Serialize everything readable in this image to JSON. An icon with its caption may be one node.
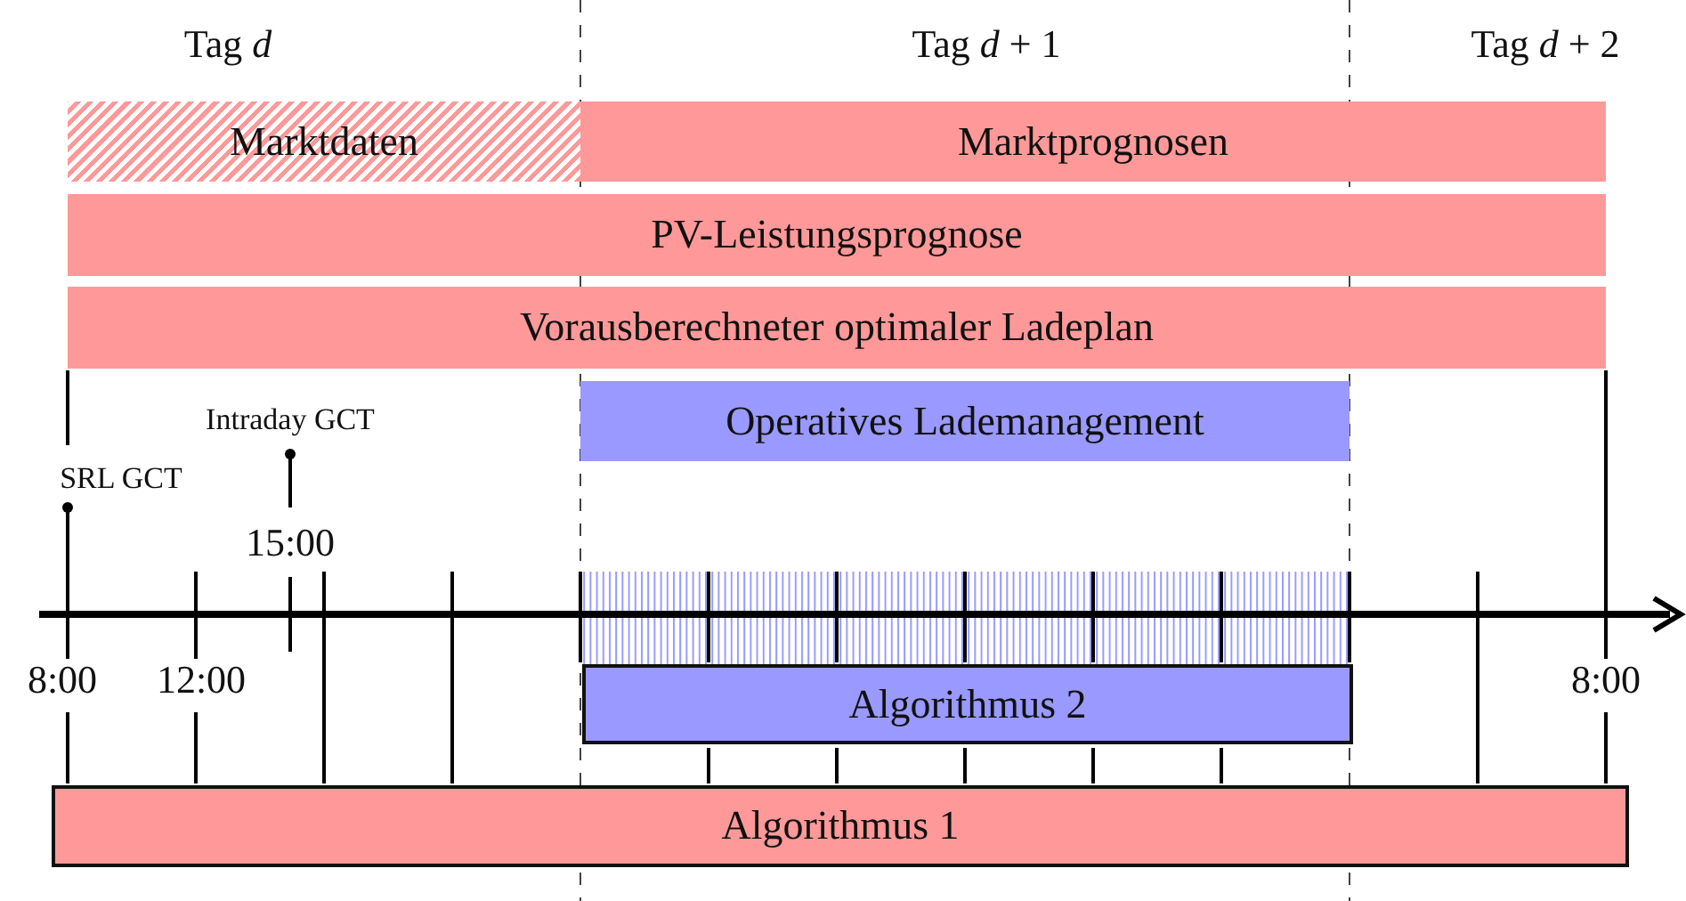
{
  "diagram": {
    "nodes": [
      {
        "text": [
          "Marktdaten"
        ]
      },
      {
        "text": [
          "Marktprognosen"
        ]
      },
      {
        "text": [
          "PV-Leistungsprognose"
        ]
      },
      {
        "text": [
          "Vorausberechneter optimaler Ladeplan"
        ]
      },
      {
        "text": [
          "Operatives Lademanagement"
        ]
      },
      {
        "text": [
          "Algorithmus 2"
        ]
      },
      {
        "text": [
          "Algorithmus 1"
        ]
      }
    ],
    "labels": [
      "Tag *d*",
      "Tag *d* + 1",
      "Tag *d* + 2",
      "Intraday GCT",
      "SRL GCT",
      "15:00",
      "8:00",
      "12:00",
      "8:00"
    ]
  }
}
